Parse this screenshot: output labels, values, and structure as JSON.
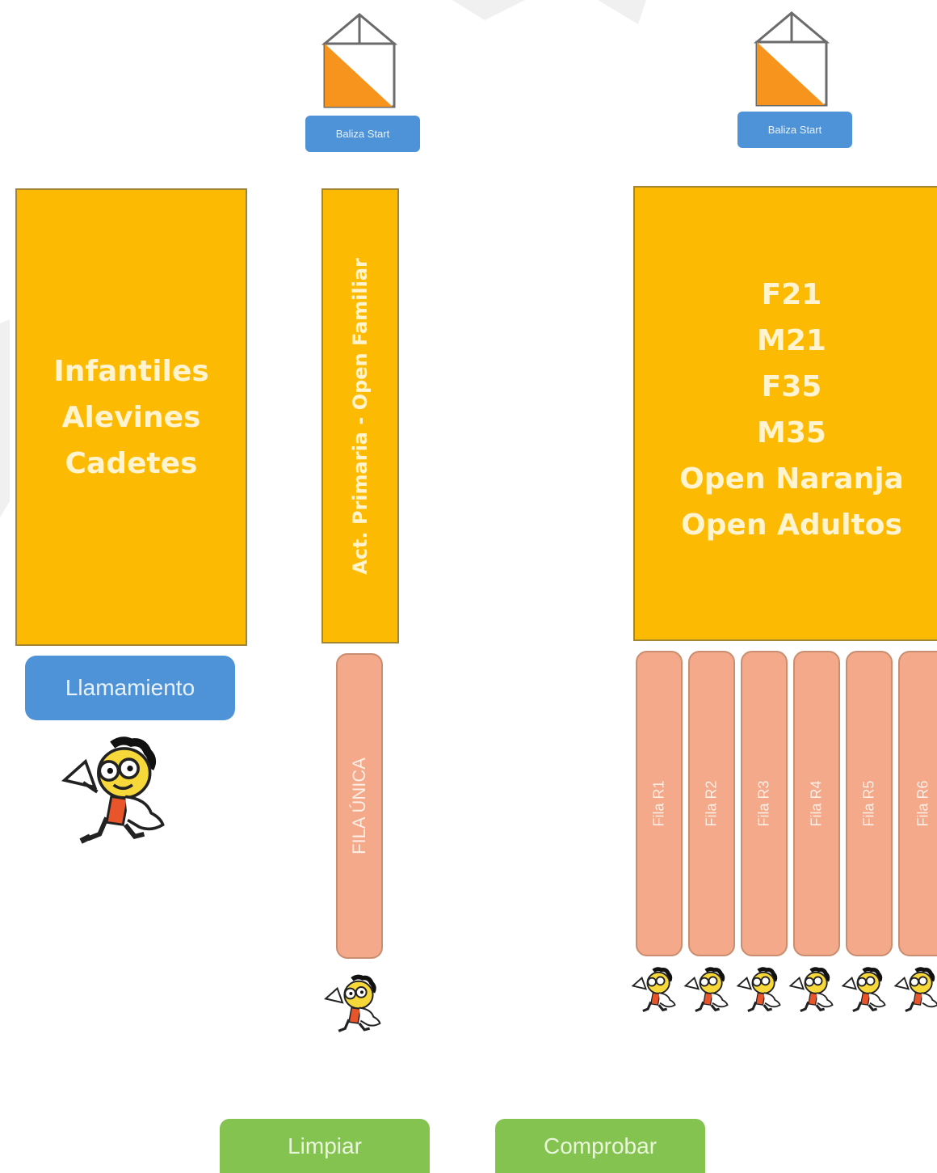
{
  "left_group": {
    "categories": [
      "Infantiles",
      "Alevines",
      "Cadetes"
    ],
    "call_button": "Llamamiento"
  },
  "middle_group": {
    "beacon_label": "Baliza Start",
    "category_vertical": "Act. Primaria - Open Familiar",
    "queue_label": "FILA ÚNICA"
  },
  "right_group": {
    "beacon_label": "Baliza Start",
    "categories": [
      "F21",
      "M21",
      "F35",
      "M35",
      "Open Naranja",
      "Open Adultos"
    ],
    "queues": [
      "Fila R1",
      "Fila R2",
      "Fila R3",
      "Fila R4",
      "Fila R5",
      "Fila R6"
    ]
  },
  "actions": {
    "clear_label": "Limpiar",
    "check_label": "Comprobar"
  },
  "colors": {
    "category_fill": "#fcba02",
    "queue_fill": "#f3a98a",
    "button_blue": "#4e93d8",
    "button_green": "#84c350",
    "flag_orange": "#f7941d"
  }
}
